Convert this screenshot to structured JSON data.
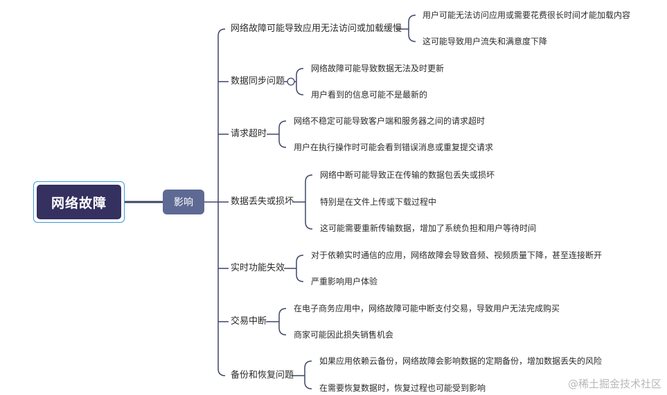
{
  "root": {
    "label": "网络故障"
  },
  "branch": {
    "label": "影响"
  },
  "categories": [
    {
      "label": "网络故障可能导致应用无法访问或加载缓慢",
      "items": [
        "用户可能无法访问应用或需要花费很长时间才能加载内容",
        "这可能导致用户流失和满意度下降"
      ]
    },
    {
      "label": "数据同步问题",
      "items": [
        "网络故障可能导致数据无法及时更新",
        "用户看到的信息可能不是最新的"
      ]
    },
    {
      "label": "请求超时",
      "items": [
        "网络不稳定可能导致客户端和服务器之间的请求超时",
        "用户在执行操作时可能会看到错误消息或重复提交请求"
      ]
    },
    {
      "label": "数据丢失或损坏",
      "items": [
        "网络中断可能导致正在传输的数据包丢失或损坏",
        "特别是在文件上传或下载过程中",
        "这可能需要重新传输数据，增加了系统负担和用户等待时间"
      ]
    },
    {
      "label": "实时功能失效",
      "items": [
        "对于依赖实时通信的应用，网络故障会导致音频、视频质量下降，甚至连接断开",
        "严重影响用户体验"
      ]
    },
    {
      "label": "交易中断",
      "items": [
        "在电子商务应用中，网络故障可能中断支付交易，导致用户无法完成购买",
        "商家可能因此损失销售机会"
      ]
    },
    {
      "label": "备份和恢复问题",
      "items": [
        "如果应用依赖云备份，网络故障会影响数据的定期备份，增加数据丢失的风险",
        "在需要恢复数据时，恢复过程也可能受到影响"
      ]
    }
  ],
  "watermark": "@稀土掘金技术社区",
  "colors": {
    "root_bg": "#34305f",
    "root_border": "#3c9bd6",
    "branch_bg": "#5e6a94",
    "line": "#3e4667"
  }
}
